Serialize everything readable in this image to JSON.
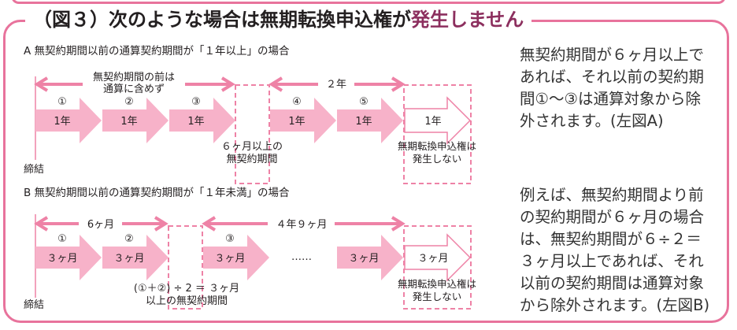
{
  "colors": {
    "frame": "#e8739c",
    "arrow_fill": "#f7b2c9",
    "arrow_line": "#ee82a6",
    "highlight_text": "#8c2f5e",
    "text": "#231f20"
  },
  "title": {
    "prefix": "（図３）次のような場合は無期転換申込権が",
    "highlight": "発生しません"
  },
  "sectionA": {
    "heading": "A 無契約期間以前の通算契約期間が「１年以上」の場合",
    "span_left_label": [
      "無契約期間の前は",
      "通算に含めず"
    ],
    "span_right_label": "２年",
    "periods": [
      {
        "num": "①",
        "label": "1年"
      },
      {
        "num": "②",
        "label": "1年"
      },
      {
        "num": "③",
        "label": "1年"
      },
      {
        "num": "④",
        "label": "1年"
      },
      {
        "num": "⑤",
        "label": "1年"
      }
    ],
    "gap_label": [
      "６ヶ月以上の",
      "無契約期間"
    ],
    "future_label": "1年",
    "future_note": [
      "無期転換申込権は",
      "発生しない"
    ],
    "start_label": "締結"
  },
  "sectionB": {
    "heading": "B 無契約期間以前の通算契約期間が「１年未満」の場合",
    "span_left_label": "6ヶ月",
    "span_right_label": "４年９ヶ月",
    "periods": [
      {
        "num": "①",
        "label": "３ヶ月"
      },
      {
        "num": "②",
        "label": "３ヶ月"
      },
      {
        "num": "③",
        "label": "３ヶ月"
      },
      {
        "num": "",
        "label": "３ヶ月"
      }
    ],
    "ellipsis": "……",
    "gap_label": [
      "(①＋②) ÷ 2 ＝ ３ヶ月",
      "以上の無契約期間"
    ],
    "future_label": "３ヶ月",
    "future_note": [
      "無期転換申込権は",
      "発生しない"
    ],
    "start_label": "締結"
  },
  "explanationA": [
    "無契約期間が６ヶ月以上で",
    "あれば、それ以前の契約期",
    "間①～③は通算対象から除",
    "外されます。(左図A)"
  ],
  "explanationB": [
    "例えば、無契約期間より前",
    "の契約期間が６ヶ月の場合",
    "は、無契約期間が６÷２＝",
    "３ヶ月以上であれば、それ",
    "以前の契約期間は通算対象",
    "から除外されます。(左図B)"
  ]
}
